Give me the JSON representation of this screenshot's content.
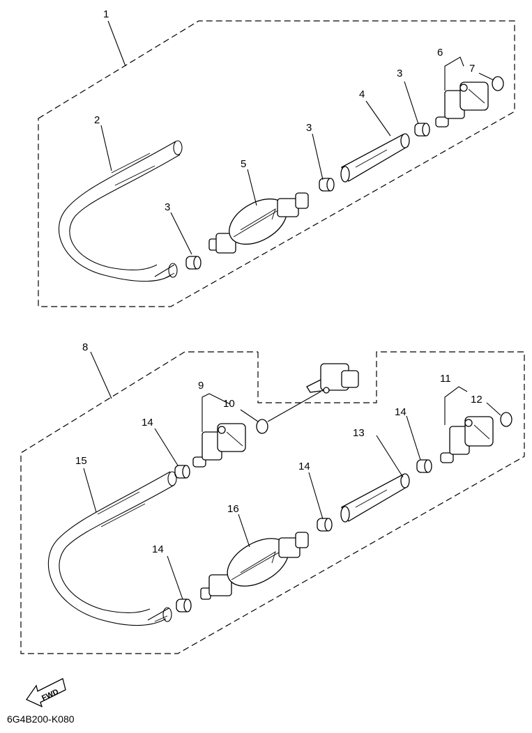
{
  "diagram": {
    "code": "6G4B200-K080",
    "fwd_label": "FWD",
    "callouts_upper": {
      "c1": "1",
      "c2": "2",
      "c3a": "3",
      "c3b": "3",
      "c3c": "3",
      "c4": "4",
      "c5": "5",
      "c6": "6",
      "c7": "7"
    },
    "callouts_lower": {
      "c8": "8",
      "c9": "9",
      "c10": "10",
      "c11": "11",
      "c12": "12",
      "c13": "13",
      "c14a": "14",
      "c14b": "14",
      "c14c": "14",
      "c14d": "14",
      "c15": "15",
      "c16": "16"
    }
  }
}
